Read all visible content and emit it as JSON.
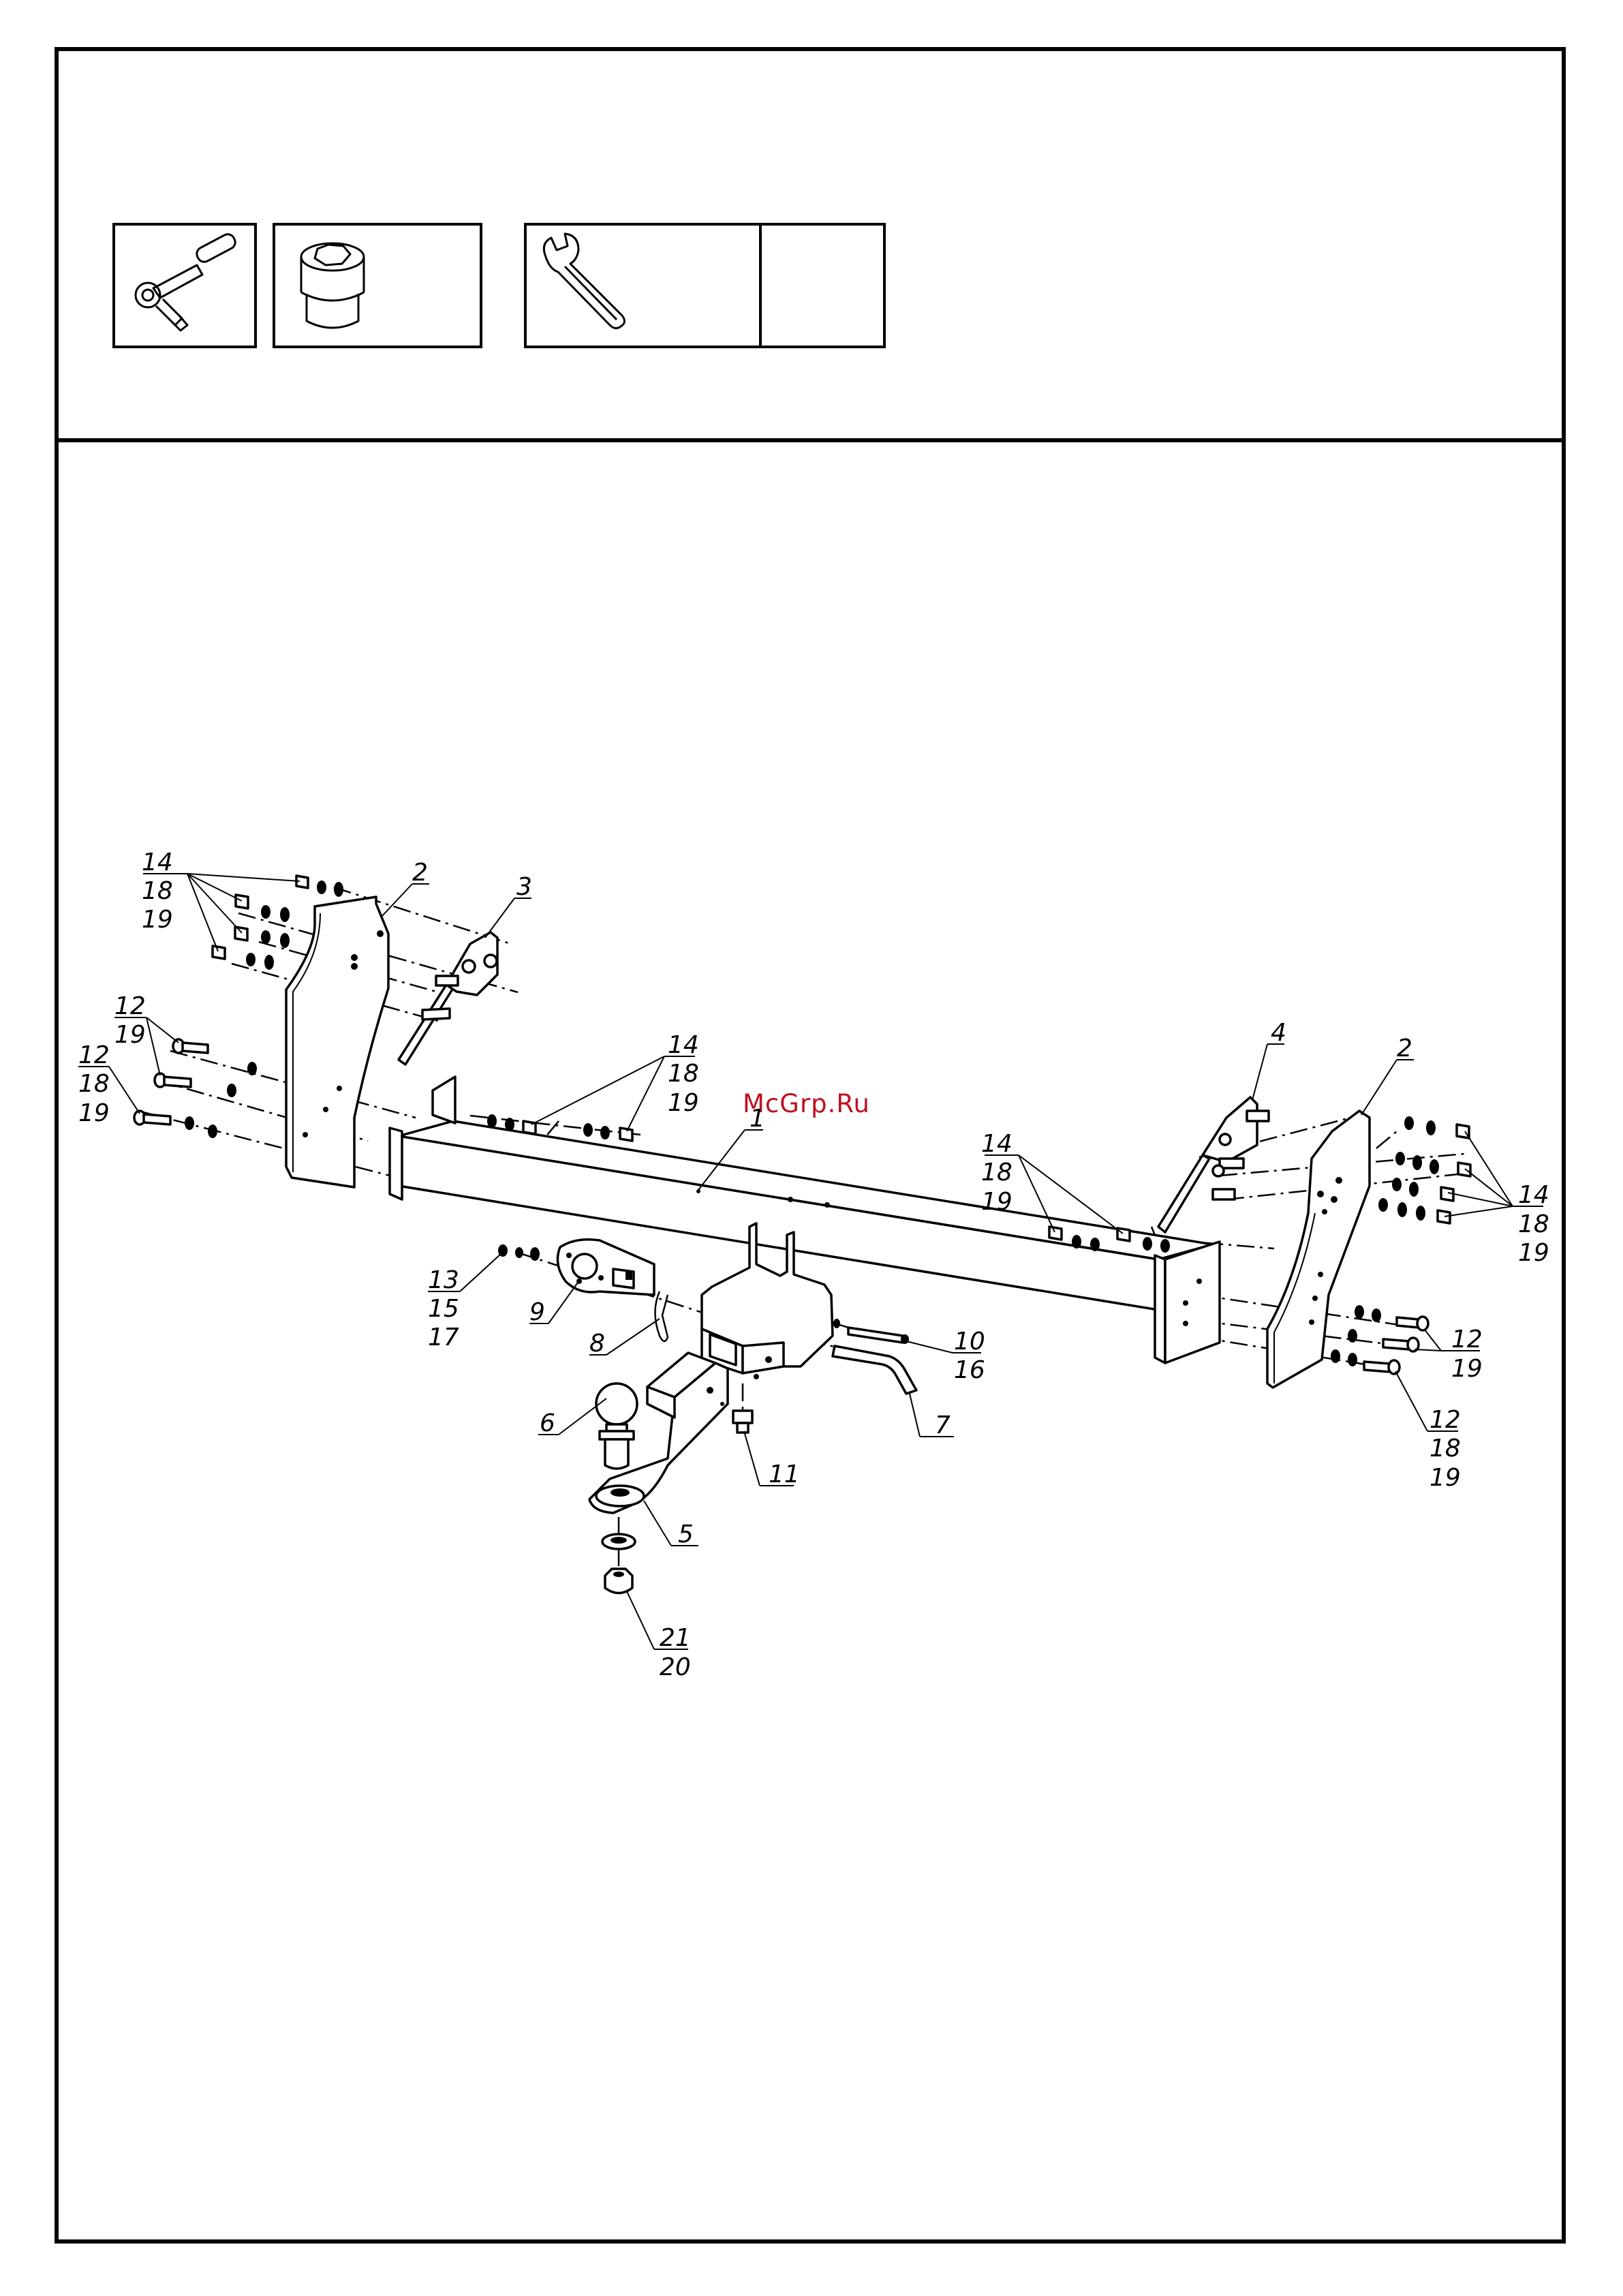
{
  "watermark": "McGrp.Ru",
  "tools": [
    {
      "icon": "ratchet-wrench-icon"
    },
    {
      "icon": "socket-head-icon"
    },
    {
      "icon": "open-end-wrench-icon"
    },
    {
      "icon": "empty-cell"
    }
  ],
  "callouts": {
    "l14a": "14",
    "l18a": "18",
    "l19a": "19",
    "l2a": "2",
    "l3": "3",
    "l12a": "12",
    "l19b": "19",
    "l12b": "12",
    "l18b": "18",
    "l19c": "19",
    "l14b": "14",
    "l18c": "18",
    "l19d": "19",
    "l1": "1",
    "l4": "4",
    "l2b": "2",
    "l14c": "14",
    "l18d": "18",
    "l19e": "19",
    "l14d": "14",
    "l18e": "18",
    "l19f": "19",
    "l13": "13",
    "l15": "15",
    "l17": "17",
    "l9": "9",
    "l8": "8",
    "l10": "10",
    "l16": "16",
    "l7": "7",
    "l12c": "12",
    "l19g": "19",
    "l12d": "12",
    "l18f": "18",
    "l19h": "19",
    "l6": "6",
    "l11": "11",
    "l5": "5",
    "l21": "21",
    "l20": "20"
  }
}
